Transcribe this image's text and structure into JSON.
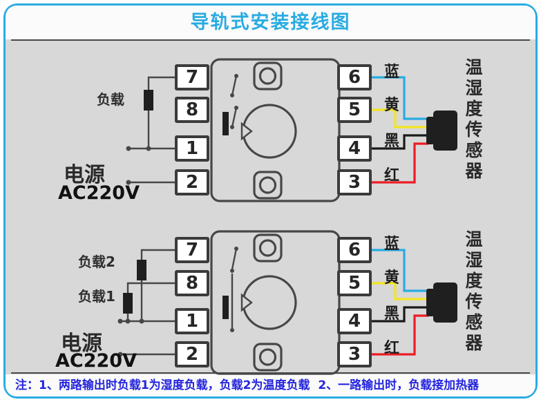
{
  "header": {
    "title": "导轨式安装接线图"
  },
  "footer": {
    "note": "注：1、两路输出时负载1为湿度负载，负载2为温度负载  2、一路输出时，负载接加热器"
  },
  "colors": {
    "accent": "#29abe2",
    "panel_bg": "#d8d8d8",
    "band_bg": "#fbfbfb",
    "line": "#474747",
    "ink": "#1f1f1f",
    "note_text": "#2424dd",
    "wire_blue": "#29abe2",
    "wire_yellow": "#f2e520",
    "wire_black": "#1a1a1a",
    "wire_red": "#ec1c24"
  },
  "diagram_top": {
    "load_label": "负载",
    "power_label": "电源",
    "power_value": "AC220V",
    "left_terminals": [
      "7",
      "8",
      "1",
      "2"
    ],
    "right_terminals": [
      "6",
      "5",
      "4",
      "3"
    ],
    "wire_labels": [
      "蓝",
      "黄",
      "黑",
      "红"
    ],
    "sensor_label": "温湿度传感器"
  },
  "diagram_bottom": {
    "load2_label": "负载2",
    "load1_label": "负载1",
    "power_label": "电源",
    "power_value": "AC220V",
    "left_terminals": [
      "7",
      "8",
      "1",
      "2"
    ],
    "right_terminals": [
      "6",
      "5",
      "4",
      "3"
    ],
    "wire_labels": [
      "蓝",
      "黄",
      "黑",
      "红"
    ],
    "sensor_label": "温湿度传感器"
  }
}
